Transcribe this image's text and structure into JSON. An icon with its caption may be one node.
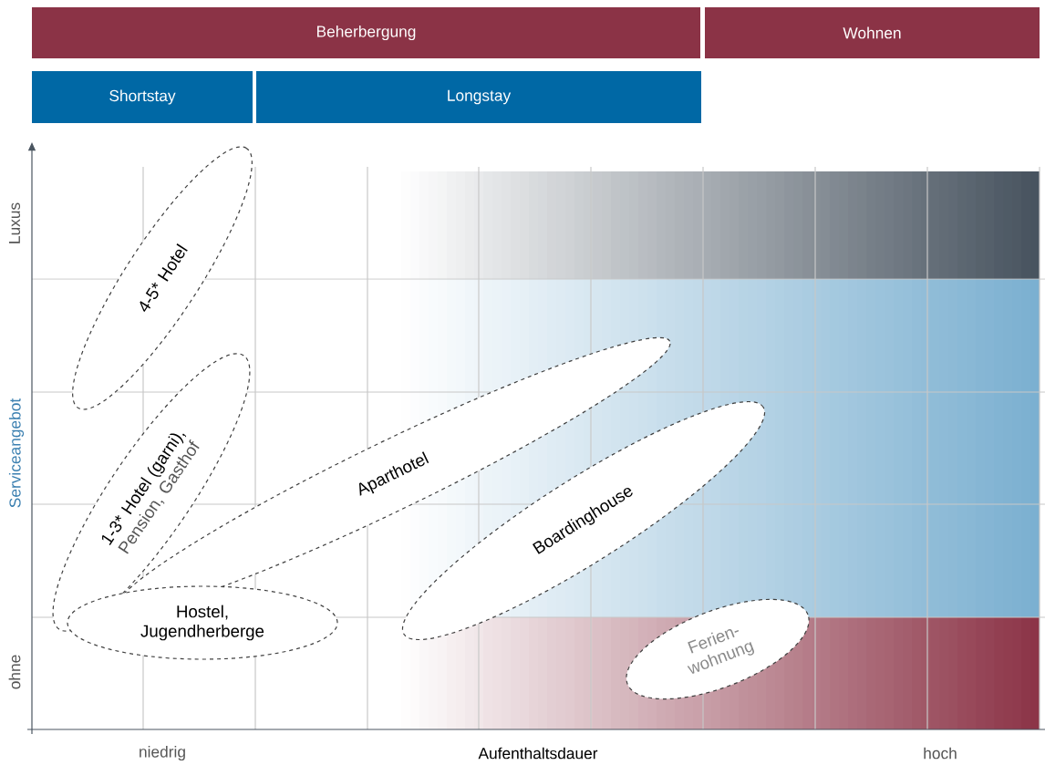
{
  "diagram": {
    "nodes": [
      {
        "text": [
          "Beherbergung"
        ]
      },
      {
        "text": [
          "Wohnen"
        ]
      },
      {
        "text": [
          "Shortstay"
        ]
      },
      {
        "text": [
          "Longstay"
        ]
      },
      {
        "text": [
          "4-5* Hotel"
        ]
      },
      {
        "text": [
          "1-3* Hotel (garni),",
          "Pension, Gasthof"
        ]
      },
      {
        "text": [
          "Aparthotel"
        ]
      },
      {
        "text": [
          "Boardinghouse"
        ]
      },
      {
        "text": [
          "Hostel, Jugendherberge"
        ]
      },
      {
        "text": [
          "Ferien- wohnung"
        ]
      }
    ],
    "edges": [],
    "labels": [
      "Luxus",
      "Serviceangebot",
      "ohne",
      "niedrig",
      "Aufenthaltsdauer",
      "hoch"
    ]
  }
}
